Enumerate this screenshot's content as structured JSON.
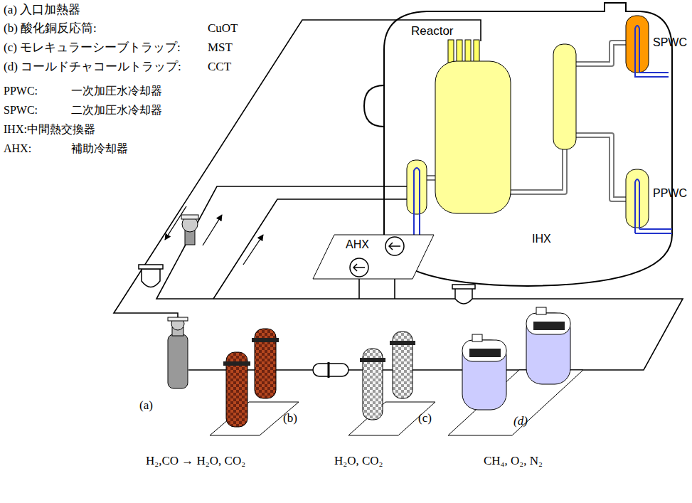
{
  "diagram": {
    "labels": [
      "(a) 入口加熱器",
      "(b) 酸化銅反応筒:",
      "CuOT",
      "(c) モレキュラーシーブトラップ:",
      "MST",
      "(d) コールドチャコールトラップ:",
      "CCT",
      "PPWC:",
      "一次加圧水冷却器",
      "SPWC:",
      "二次加圧水冷却器",
      "IHX:中間熱交換器",
      "AHX:",
      "補助冷却器",
      "Reactor",
      "SPWC",
      "PPWC",
      "IHX",
      "AHX",
      "(a)",
      "(b)",
      "(c)",
      "(d)",
      "H₂,CO → H₂O, CO₂",
      "H₂O, CO₂",
      "CH₄, O₂, N₂"
    ]
  }
}
